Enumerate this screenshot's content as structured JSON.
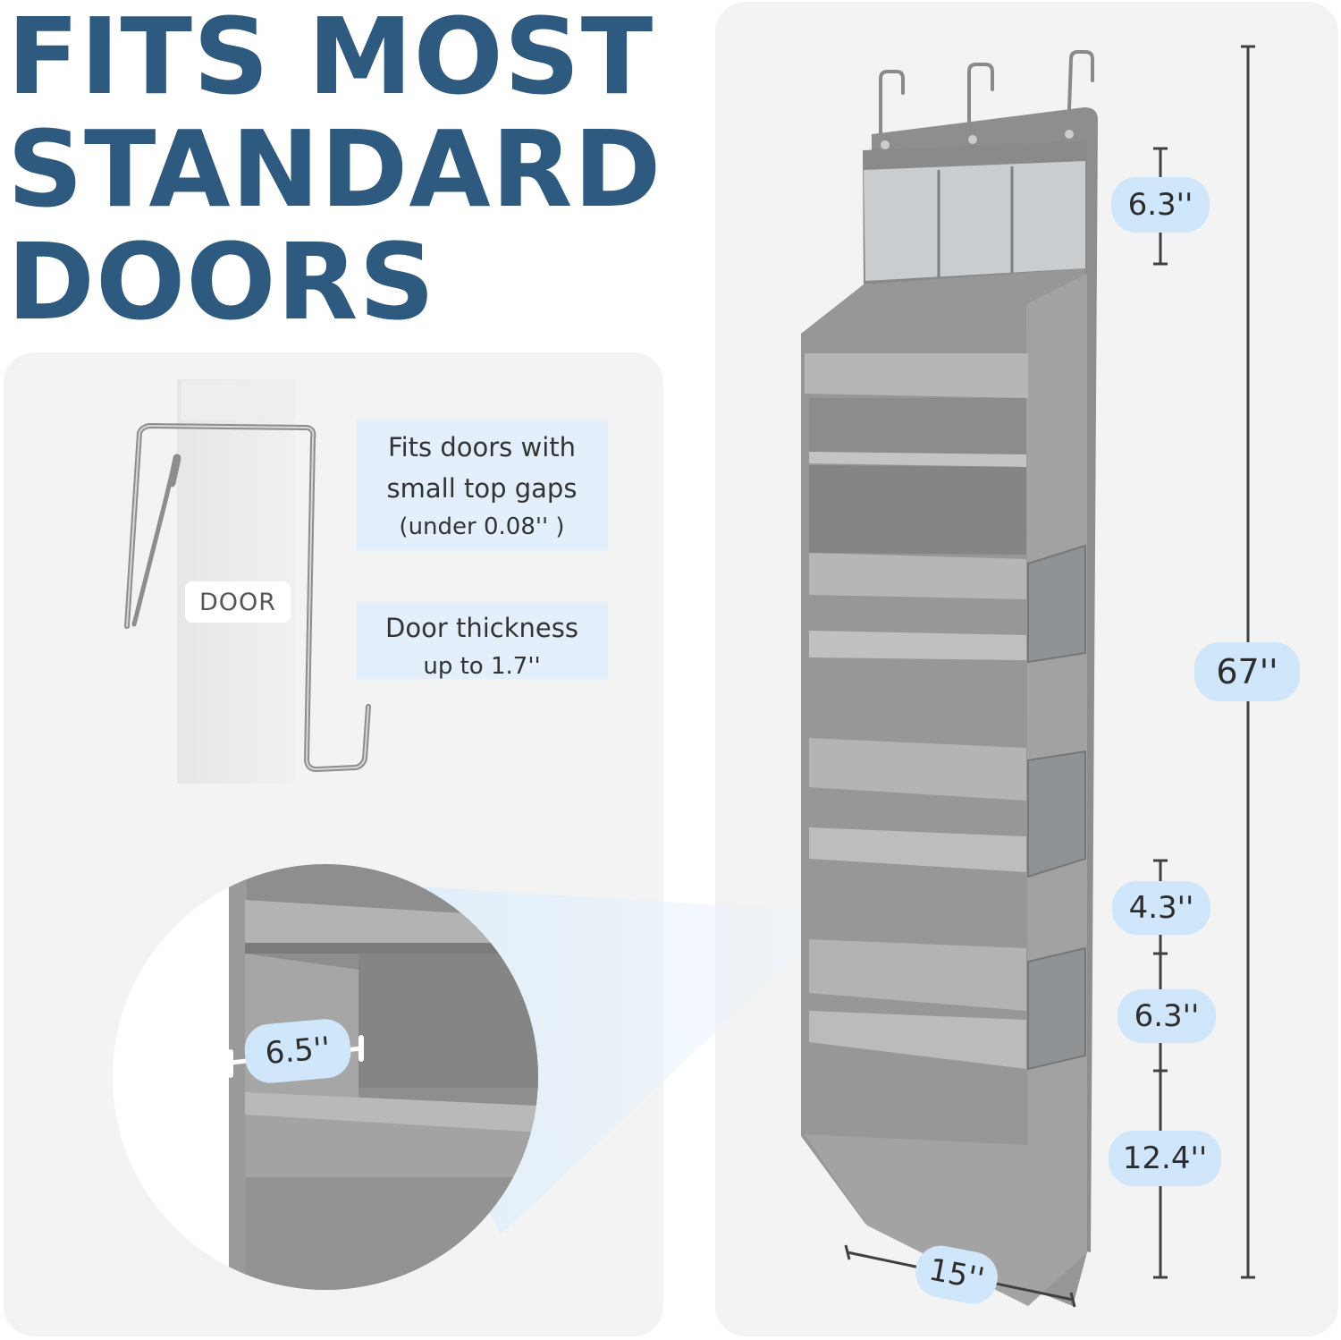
{
  "headline": {
    "line1": "FITS MOST",
    "line2": "STANDARD",
    "line3": "DOORS",
    "color": "#2f5a7f"
  },
  "door_diagram": {
    "door_label": "DOOR"
  },
  "callouts": {
    "gap_line1": "Fits doors with",
    "gap_line2": "small top gaps",
    "gap_line3": "(under 0.08'' )",
    "thickness_line1": "Door thickness",
    "thickness_line2": "up to 1.7''"
  },
  "dimensions": {
    "top_pocket_height": "6.3''",
    "total_height": "67''",
    "pocket_small": "4.3''",
    "pocket_mid": "6.3''",
    "pocket_bottom": "12.4''",
    "width": "15''",
    "depth": "6.5''"
  },
  "colors": {
    "panel_bg": "#f3f3f3",
    "pill_bg": "#cfe6fb",
    "callout_bg": "#e3f0fb",
    "fabric": "#9b9b9b",
    "fabric_dark": "#7f7f7f"
  }
}
